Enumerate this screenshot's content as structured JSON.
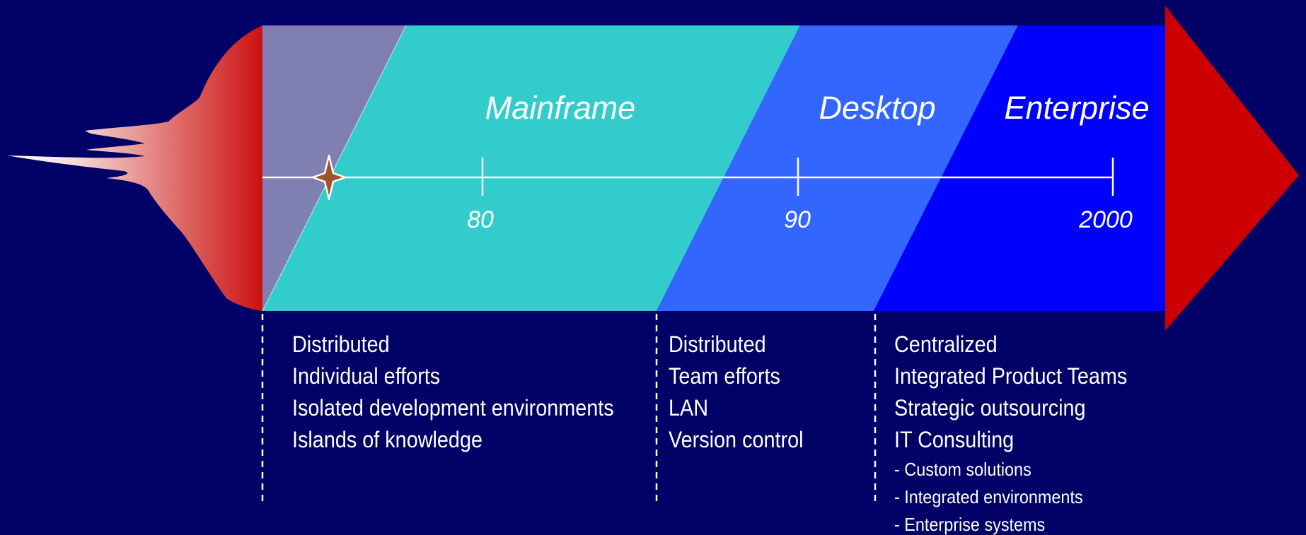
{
  "colors": {
    "background": "#000066",
    "mainframe_band": "#33cccc",
    "early_band": "#7f7fb2",
    "desktop_band": "#3366ff",
    "enterprise_band": "#0000ff",
    "arrow_head": "#cc0000",
    "tail_dark": "#cc1111",
    "tail_light": "#ffffff",
    "timeline": "#ffffff",
    "star": "#a0522d"
  },
  "eras": [
    {
      "id": "mainframe",
      "title": "Mainframe"
    },
    {
      "id": "desktop",
      "title": "Desktop"
    },
    {
      "id": "enterprise",
      "title": "Enterprise"
    }
  ],
  "timeline": {
    "ticks": [
      "80",
      "90",
      "2000"
    ]
  },
  "columns": [
    {
      "id": "mainframe",
      "items": [
        "Distributed",
        "Individual efforts",
        "Isolated development environments",
        "Islands of knowledge"
      ],
      "subitems": []
    },
    {
      "id": "desktop",
      "items": [
        "Distributed",
        "Team efforts",
        "LAN",
        "Version control"
      ],
      "subitems": []
    },
    {
      "id": "enterprise",
      "items": [
        "Centralized",
        "Integrated Product Teams",
        "Strategic outsourcing",
        "IT Consulting"
      ],
      "subitems": [
        "- Custom solutions",
        "- Integrated environments",
        "- Enterprise systems"
      ]
    }
  ]
}
